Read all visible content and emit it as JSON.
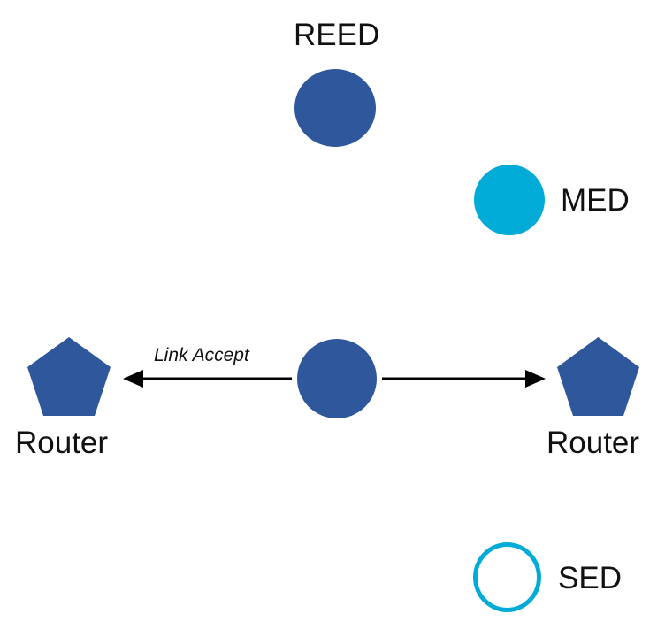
{
  "diagram": {
    "type": "network-topology",
    "background_color": "#ffffff",
    "colors": {
      "primary_blue": "#2F579C",
      "accent_cyan": "#00ABD8",
      "text": "#111111",
      "arrow": "#000000"
    },
    "nodes": [
      {
        "id": "reed",
        "label": "REED",
        "shape": "circle",
        "fill": "#2F579C",
        "stroke": "none",
        "label_position": "above"
      },
      {
        "id": "med",
        "label": "MED",
        "shape": "circle",
        "fill": "#00ABD8",
        "stroke": "none",
        "label_position": "right"
      },
      {
        "id": "center",
        "label": "",
        "shape": "circle",
        "fill": "#2F579C",
        "stroke": "none",
        "label_position": "none"
      },
      {
        "id": "router-left",
        "label": "Router",
        "shape": "pentagon",
        "fill": "#2F579C",
        "stroke": "none",
        "label_position": "below"
      },
      {
        "id": "router-right",
        "label": "Router",
        "shape": "pentagon",
        "fill": "#2F579C",
        "stroke": "none",
        "label_position": "below"
      },
      {
        "id": "sed",
        "label": "SED",
        "shape": "circle-outline",
        "fill": "#ffffff",
        "stroke": "#00ABD8",
        "label_position": "right"
      }
    ],
    "edges": [
      {
        "id": "center-to-router-left",
        "from": "center",
        "to": "router-left",
        "label": "Link Accept",
        "label_style": "italic",
        "direction": "left",
        "arrowhead": "end"
      },
      {
        "id": "center-to-router-right",
        "from": "center",
        "to": "router-right",
        "label": "",
        "label_style": "italic",
        "direction": "right",
        "arrowhead": "end"
      }
    ]
  }
}
